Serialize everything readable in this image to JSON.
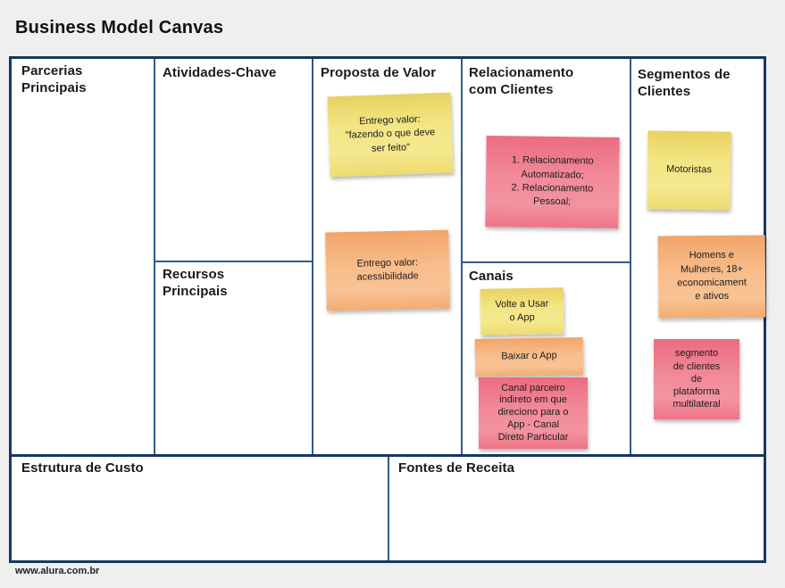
{
  "page": {
    "title": "Business Model Canvas",
    "footer": "www.alura.com.br"
  },
  "colors": {
    "outer_border": "#17375e",
    "inner_border": "#2e5c8a",
    "canvas_background": "#ffffff",
    "page_background": "#efefee",
    "note_yellow": "#f2df74",
    "note_orange": "#f6b27c",
    "note_pink": "#ee7285"
  },
  "canvas": {
    "sections": {
      "parcerias": {
        "title": "Parcerias Principais"
      },
      "atividades": {
        "title": "Atividades-Chave"
      },
      "recursos": {
        "title": "Recursos Principais"
      },
      "proposta": {
        "title": "Proposta de Valor",
        "notes": [
          {
            "color": "yellow",
            "text": "Entrego valor:\n\"fazendo o que deve\nser feito\""
          },
          {
            "color": "orange",
            "text": "Entrego valor:\nacessibilidade"
          }
        ]
      },
      "relacionamento": {
        "title": "Relacionamento com Clientes",
        "notes": [
          {
            "color": "pink",
            "text": "1. Relacionamento\nAutomatizado;\n2. Relacionamento\nPessoal;"
          }
        ]
      },
      "canais": {
        "title": "Canais",
        "notes": [
          {
            "color": "yellow",
            "text": "Volte a Usar\no App"
          },
          {
            "color": "orange",
            "text": "Baixar o App"
          },
          {
            "color": "pink",
            "text": "Canal parceiro\nindireto em que\ndireciono para o\nApp - Canal\nDireto Particular"
          }
        ]
      },
      "segmentos": {
        "title": "Segmentos de Clientes",
        "notes": [
          {
            "color": "yellow",
            "text": "Motoristas"
          },
          {
            "color": "orange",
            "text": "Homens e\nMulheres, 18+\neconomicament\ne ativos"
          },
          {
            "color": "pink",
            "text": "segmento\nde clientes\nde\nplataforma\nmultilateral"
          }
        ]
      },
      "estrutura": {
        "title": "Estrutura de Custo"
      },
      "fontes": {
        "title": "Fontes de Receita"
      }
    }
  }
}
